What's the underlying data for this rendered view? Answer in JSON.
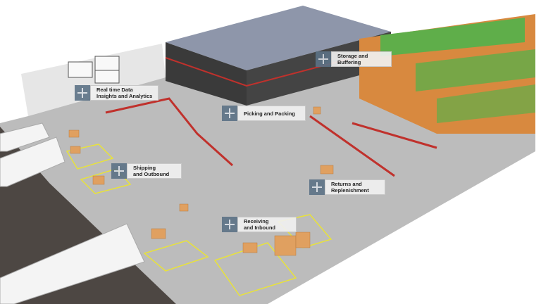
{
  "hotspots": [
    {
      "label": "Real time Data\nInsights and Analytics"
    },
    {
      "label": "Picking and Packing"
    },
    {
      "label": "Storage and\nBuffering"
    },
    {
      "label": "Shipping\nand Outbound"
    },
    {
      "label": "Returns and\nReplenishment"
    },
    {
      "label": "Receiving\nand Inbound"
    }
  ],
  "colors": {
    "floor": "#b9b9b9",
    "ground": "#4a4440",
    "accent": "#c0312c",
    "box": "#e0a060",
    "rack_green": "#5fae4a",
    "hotspot": "#5c7286"
  }
}
